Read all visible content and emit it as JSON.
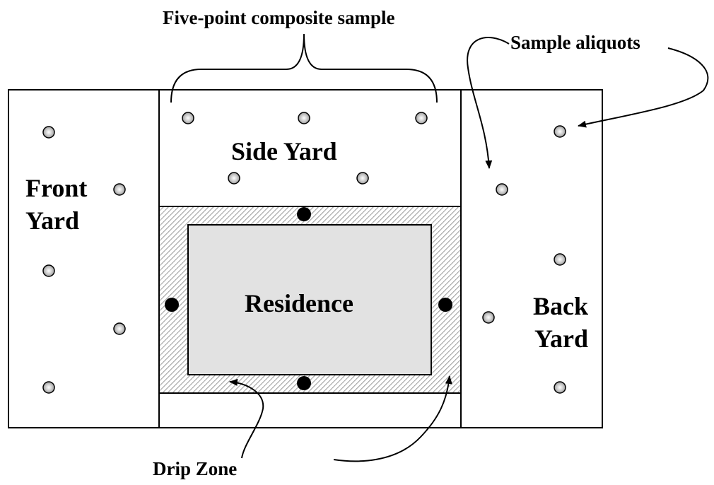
{
  "labels": {
    "composite": "Five-point composite sample",
    "aliquots": "Sample aliquots",
    "drip_zone": "Drip Zone",
    "front_yard": [
      "Front",
      "Yard"
    ],
    "side_yard": "Side Yard",
    "back_yard": [
      "Back",
      "Yard"
    ],
    "residence": "Residence"
  },
  "colors": {
    "outline": "#000000",
    "residence_fill": "#e2e2e2",
    "drip_zone_hatch": "#9a9a9a",
    "aliquot_marker": "#c8c8c8",
    "drip_marker": "#000000"
  }
}
